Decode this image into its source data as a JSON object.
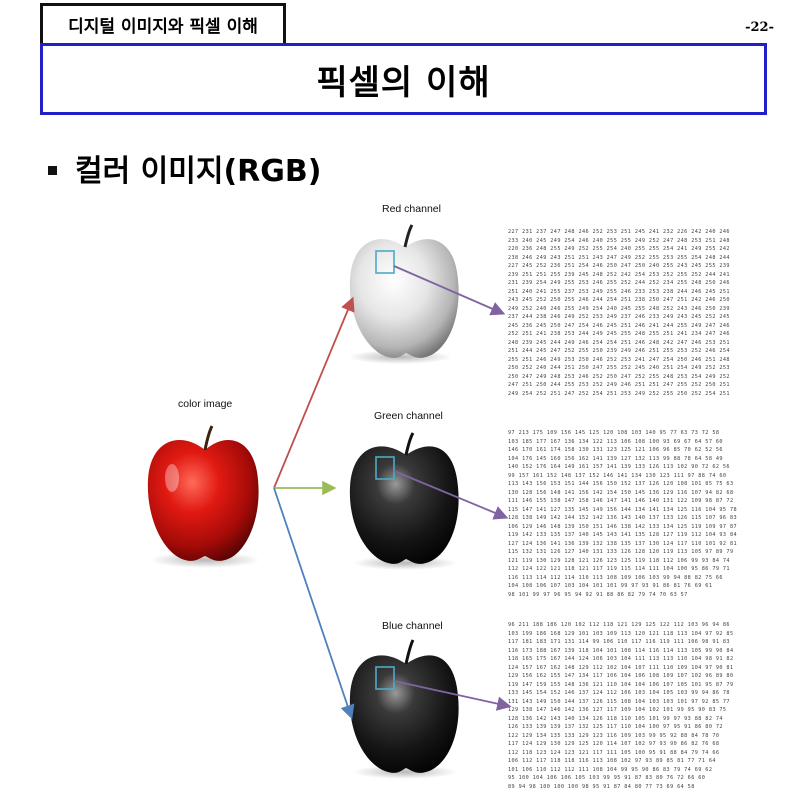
{
  "header": {
    "section_tab": "디지털 이미지와 픽셀 이해",
    "page_number": "-22-",
    "title": "픽셀의 이해"
  },
  "bullet": {
    "text": "컬러 이미지(RGB)"
  },
  "figure": {
    "color_label": "color image",
    "red_label": "Red channel",
    "green_label": "Green channel",
    "blue_label": "Blue channel",
    "arrow_colors": {
      "red": "#c0504d",
      "green": "#9bbb59",
      "blue": "#4f81bd",
      "purple": "#8064a2"
    },
    "highlight_box_color": "#4bacc6",
    "matrices": {
      "red": [
        "227 231 237 247 248 246 252 253 251 245 241 232 226 242 240 246",
        "233 240 245 249 254 246 240 255 255 249 252 247 248 253 251 248",
        "220 236 248 255 249 252 255 254 240 255 255 254 241 249 255 242",
        "238 246 249 243 251 251 243 247 249 252 255 253 255 254 248 244",
        "227 245 252 236 251 254 246 250 247 250 240 255 243 245 255 239",
        "239 251 251 255 239 245 248 252 242 254 253 252 255 252 244 241",
        "231 239 254 249 255 253 246 255 252 244 252 234 255 248 250 246",
        "251 240 241 255 237 253 249 255 246 233 253 238 244 246 245 251",
        "243 245 252 250 255 246 244 254 251 238 250 247 251 242 246 250",
        "249 252 240 246 255 249 254 240 245 255 248 252 243 246 250 239",
        "237 244 238 246 249 252 253 249 237 246 233 249 243 245 252 245",
        "245 236 245 250 247 254 246 245 251 246 241 244 255 249 247 246",
        "252 251 241 238 253 244 249 245 255 248 255 251 241 234 247 246",
        "248 239 245 244 249 246 254 254 251 246 248 242 247 246 253 251",
        "251 244 245 247 252 255 250 239 249 246 251 255 253 252 246 254",
        "255 251 246 249 253 250 246 252 253 241 247 254 250 246 251 248",
        "250 252 240 244 251 250 247 255 252 245 240 251 254 249 252 253",
        "250 247 249 248 253 246 252 250 247 252 255 248 253 254 249 252",
        "247 251 250 244 255 253 252 249 246 251 251 247 255 252 250 251",
        "249 254 252 251 247 252 254 251 253 249 252 255 250 252 254 251"
      ],
      "green": [
        "97 213 175 109 156 145 125 120 108 103 140 95 77 63 73 72 58",
        "103 185 177 167 136 134 122 113 106 108 100 93 69 67 64 57 60",
        "146 170 161 174 158 130 131 123 125 121 106 96 85 70 62 52 56",
        "104 176 145 160 156 162 141 139 127 132 113 99 88 78 64 58 49",
        "140 152 176 164 149 161 157 141 139 133 126 113 102 90 72 62 56",
        "99 157 161 152 148 137 152 146 141 134 130 123 111 97 88 74 60",
        "113 143 156 153 151 144 156 150 152 137 126 120 108 101 85 75 63",
        "130 128 156 148 141 156 142 154 150 145 136 129 116 107 94 82 68",
        "111 146 155 138 147 158 146 147 141 146 140 131 122 109 98 87 72",
        "115 147 141 127 135 145 149 156 144 134 141 134 125 116 104 95 78",
        "128 138 149 142 144 152 142 136 143 140 137 133 126 115 107 96 83",
        "106 129 146 148 139 150 151 146 138 142 133 134 125 119 109 97 87",
        "119 142 133 135 137 140 145 143 141 135 128 127 119 112 104 93 84",
        "127 124 136 141 136 139 132 138 135 137 130 124 117 110 101 92 81",
        "115 132 131 126 127 140 131 133 126 128 120 119 113 105 97 89 79",
        "121 119 130 129 128 121 126 123 125 119 118 112 106 99 93 84 74",
        "112 124 122 121 118 121 117 119 115 114 111 104 100 95 86 79 71",
        "116 113 114 112 114 110 113 108 109 106 103 99 94 88 82 75 66",
        "104 108 106 107 103 104 101 101 99 97 93 91 86 81 76 69 61",
        "98 101 99 97 96 95 94 92 91 88 86 82 79 74 70 63 57"
      ],
      "blue": [
        "96 211 188 186 120 102 112 118 121 129 125 122 112 103 96 94 86",
        "103 199 186 168 129 101 103 109 113 120 121 118 113 104 97 92 85",
        "117 181 183 171 131 114 99 106 110 117 116 119 111 106 98 91 83",
        "116 173 188 167 139 118 104 101 108 114 116 114 113 105 99 90 84",
        "118 165 175 167 144 124 106 103 104 111 113 113 110 104 98 91 82",
        "124 157 167 162 148 129 112 102 104 107 111 110 109 104 97 90 81",
        "129 156 162 155 147 134 117 106 104 106 108 109 107 102 96 89 80",
        "119 147 159 155 148 136 121 110 104 104 106 107 105 101 95 87 79",
        "133 145 154 152 146 137 124 112 106 103 104 105 103 99 94 86 78",
        "131 143 149 150 144 137 126 115 108 104 103 103 101 97 92 85 77",
        "129 138 147 146 142 136 127 117 109 104 102 101 99 95 90 83 75",
        "128 136 142 143 140 134 126 118 110 105 101 99 97 93 88 82 74",
        "126 133 139 139 137 132 125 117 110 104 100 97 95 91 86 80 72",
        "122 129 134 135 133 129 123 116 109 103 99 95 92 88 84 78 70",
        "117 124 129 130 129 125 120 114 107 102 97 93 90 86 82 76 68",
        "112 118 123 124 123 121 117 111 105 100 95 91 88 84 79 74 66",
        "106 112 117 118 118 116 113 108 102 97 93 89 85 81 77 71 64",
        "101 106 110 112 112 111 108 104 99 95 90 86 83 79 74 69 62",
        "95 100 104 106 106 105 103 99 95 91 87 83 80 76 72 66 60",
        "89 94 98 100 100 100 98 95 91 87 84 80 77 73 69 64 58"
      ]
    }
  }
}
